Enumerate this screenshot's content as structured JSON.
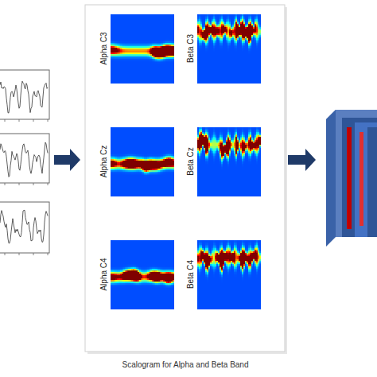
{
  "diagram": {
    "caption": "Scalogram for Alpha and Beta Band",
    "nodes": [
      {
        "text": [
          "Alpha C3"
        ]
      },
      {
        "text": [
          "Beta C3"
        ]
      },
      {
        "text": [
          "Alpha Cz"
        ]
      },
      {
        "text": [
          "Beta Cz"
        ]
      },
      {
        "text": [
          "Alpha C4"
        ]
      },
      {
        "text": [
          "Beta C4"
        ]
      }
    ]
  }
}
